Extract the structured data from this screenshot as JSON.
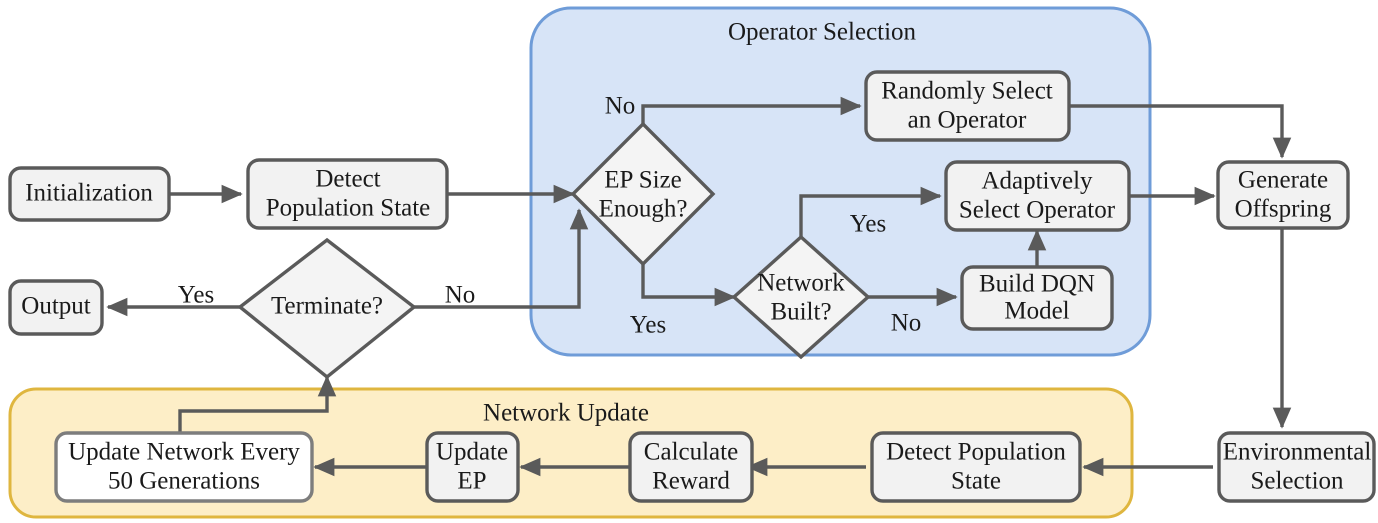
{
  "diagram": {
    "title": "DQN-assisted adaptive operator selection evolutionary algorithm flowchart",
    "colors": {
      "node_fill": "#f2f2f2",
      "node_fill_white": "#ffffff",
      "node_stroke": "#5a5a5a",
      "edge_stroke": "#5a5a5a",
      "text": "#1a1a1a",
      "operator_panel_fill": "#d7e4f7",
      "operator_panel_stroke": "#6f9cd8",
      "network_panel_fill": "#fdeec7",
      "network_panel_stroke": "#dfb githubnone"
    }
  },
  "groups": [
    {
      "id": "operator-selection",
      "title": "Operator Selection",
      "fill": "#d7e4f7",
      "stroke": "#6f9cd8"
    },
    {
      "id": "network-update",
      "title": "Network Update",
      "fill": "#fdeec7",
      "stroke": "#dfb63f"
    }
  ],
  "nodes": [
    {
      "id": "initialization",
      "shape": "rounded-rect",
      "lines": [
        "Initialization"
      ]
    },
    {
      "id": "detect-population-state-top",
      "shape": "rounded-rect",
      "lines": [
        "Detect",
        "Population State"
      ]
    },
    {
      "id": "ep-size-enough",
      "shape": "diamond",
      "lines": [
        "EP Size",
        "Enough?"
      ]
    },
    {
      "id": "randomly-select-an-operator",
      "shape": "rounded-rect",
      "lines": [
        "Randomly Select",
        "an Operator"
      ]
    },
    {
      "id": "adaptively-select-operator",
      "shape": "rounded-rect",
      "lines": [
        "Adaptively",
        "Select Operator"
      ]
    },
    {
      "id": "network-built",
      "shape": "diamond",
      "lines": [
        "Network",
        "Built?"
      ]
    },
    {
      "id": "build-dqn-model",
      "shape": "rounded-rect",
      "lines": [
        "Build DQN",
        "Model"
      ]
    },
    {
      "id": "generate-offspring",
      "shape": "rounded-rect",
      "lines": [
        "Generate",
        "Offspring"
      ]
    },
    {
      "id": "environmental-selection",
      "shape": "rounded-rect",
      "lines": [
        "Environmental",
        "Selection"
      ]
    },
    {
      "id": "detect-population-state-bottom",
      "shape": "rounded-rect",
      "lines": [
        "Detect Population",
        "State"
      ]
    },
    {
      "id": "calculate-reward",
      "shape": "rounded-rect",
      "lines": [
        "Calculate",
        "Reward"
      ]
    },
    {
      "id": "update-ep",
      "shape": "rounded-rect",
      "lines": [
        "Update",
        "EP"
      ]
    },
    {
      "id": "update-network-every-50-generations",
      "shape": "rounded-rect",
      "lines": [
        "Update Network Every",
        "50 Generations"
      ]
    },
    {
      "id": "terminate",
      "shape": "diamond",
      "lines": [
        "Terminate?"
      ]
    },
    {
      "id": "output",
      "shape": "rounded-rect",
      "lines": [
        "Output"
      ]
    }
  ],
  "edge_labels": [
    {
      "id": "ep-size-no",
      "text": "No",
      "from": "ep-size-enough",
      "to": "randomly-select-an-operator"
    },
    {
      "id": "ep-size-yes",
      "text": "Yes",
      "from": "ep-size-enough",
      "to": "network-built"
    },
    {
      "id": "network-built-yes",
      "text": "Yes",
      "from": "network-built",
      "to": "adaptively-select-operator"
    },
    {
      "id": "network-built-no",
      "text": "No",
      "from": "network-built",
      "to": "build-dqn-model"
    },
    {
      "id": "terminate-yes",
      "text": "Yes",
      "from": "terminate",
      "to": "output"
    },
    {
      "id": "terminate-no",
      "text": "No",
      "from": "terminate",
      "to": "ep-size-enough"
    }
  ]
}
